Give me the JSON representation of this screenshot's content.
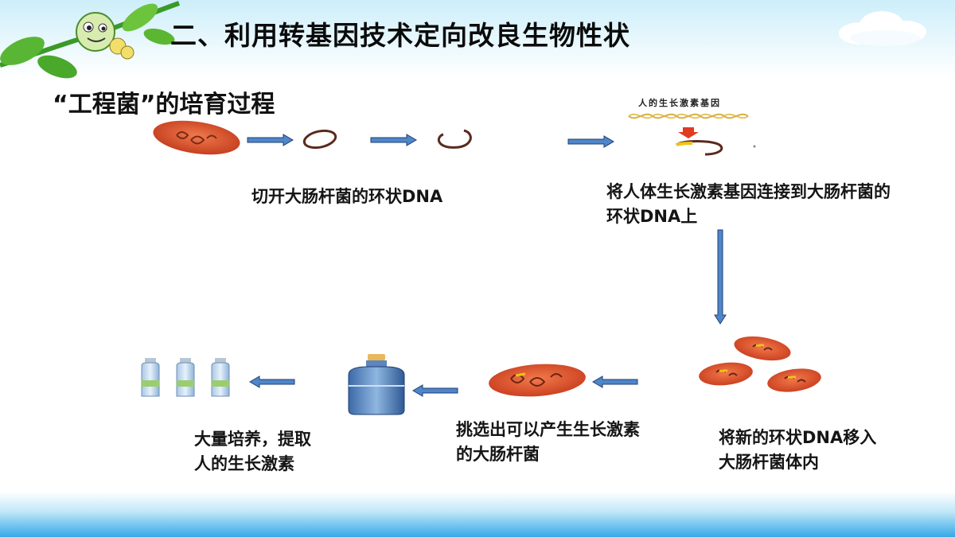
{
  "slide": {
    "title": "二、利用转基因技术定向改良生物性状",
    "subtitle": "“工程菌”的培育过程"
  },
  "steps": {
    "cut": "切开大肠杆菌的环状DNA",
    "connect": "将人体生长激素基因连接到大肠杆菌的环状DNA上",
    "gene_label": "人的生长激素基因",
    "transfer": "将新的环状DNA移入大肠杆菌体内",
    "select": "挑选出可以产生生长激素的大肠杆菌",
    "culture": "大量培养，提取人的生长激素"
  },
  "colors": {
    "arrow_fill": "#4f86c9",
    "arrow_stroke": "#1f3f73",
    "bacterium": "#e0552f",
    "plasmid": "#5a2a1c",
    "gene_yellow": "#f2c21a",
    "gene_helix": "#e8c45a"
  },
  "icons": [
    "vine-logo-icon",
    "cloud-icon",
    "bacterium-icon",
    "plasmid-icon",
    "dna-helix-icon",
    "fermenter-icon",
    "vial-icon"
  ]
}
